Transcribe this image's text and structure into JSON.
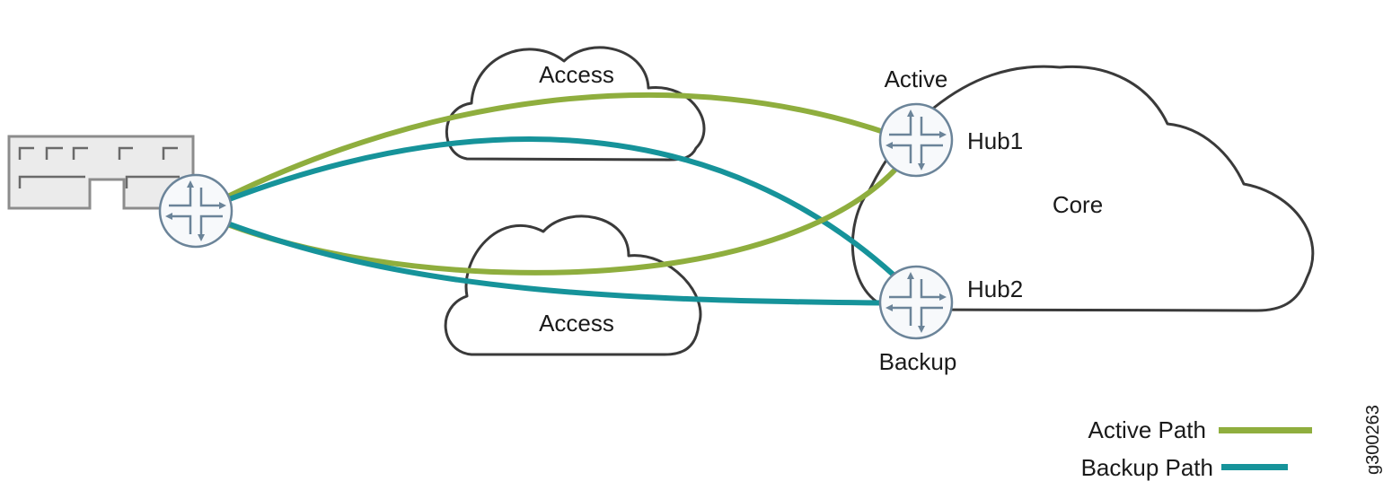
{
  "clouds": {
    "access_top": "Access",
    "access_bottom": "Access",
    "core": "Core"
  },
  "hubs": {
    "hub1": {
      "label": "Hub1",
      "role": "Active"
    },
    "hub2": {
      "label": "Hub2",
      "role": "Backup"
    }
  },
  "legend": {
    "active_path": {
      "label": "Active Path",
      "color": "#8fae3e"
    },
    "backup_path": {
      "label": "Backup Path",
      "color": "#16939a"
    }
  },
  "figure_id": "g300263",
  "icons": [
    "building-icon",
    "router-icon"
  ]
}
